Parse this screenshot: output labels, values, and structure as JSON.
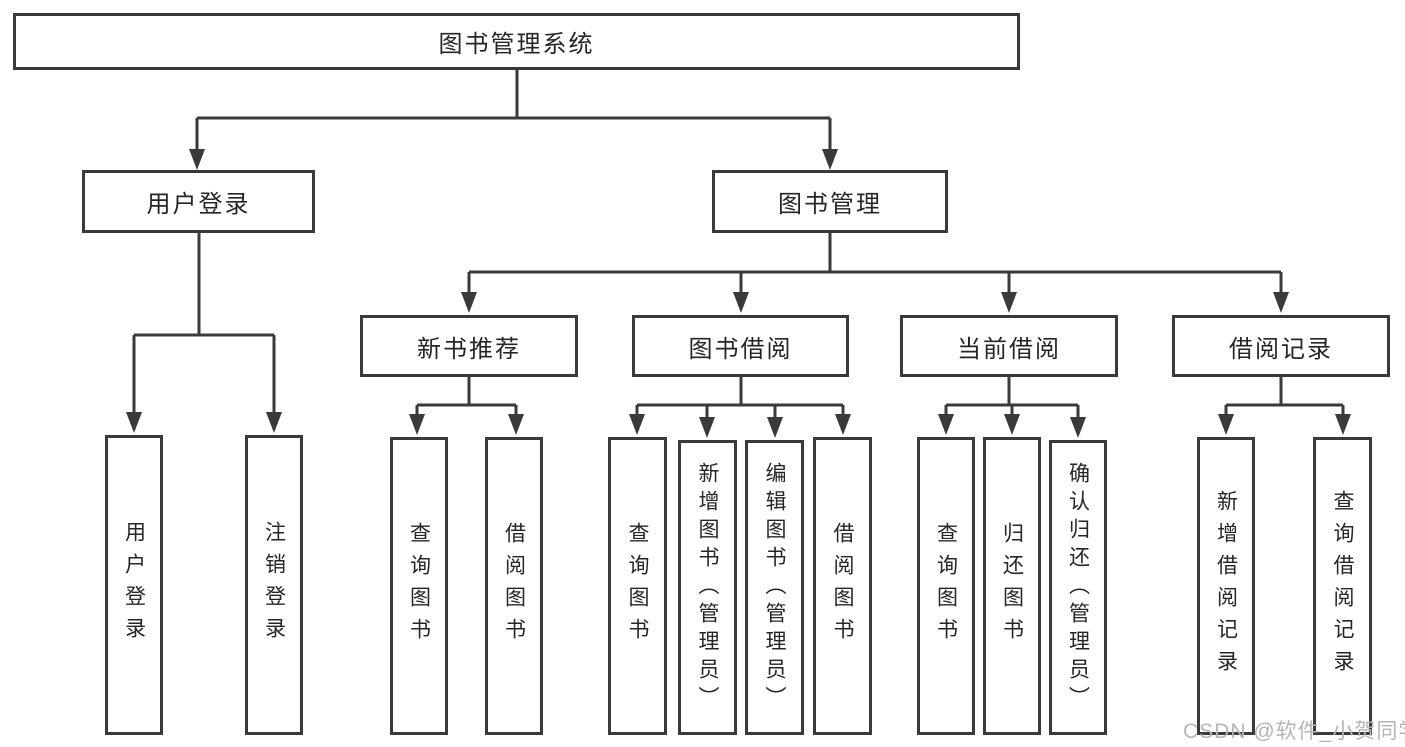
{
  "diagram": {
    "type": "tree",
    "watermark": "CSDN @软件_小贺同学",
    "colors": {
      "line": "#3a3a3a",
      "text": "#262626",
      "box_background": "#ffffff",
      "watermark": "#b5b5b5"
    },
    "nodes": {
      "root": {
        "label": "图书管理系统"
      },
      "user_login": {
        "label": "用户登录",
        "children": [
          {
            "label": "用户登录"
          },
          {
            "label": "注销登录"
          }
        ]
      },
      "book_mgmt": {
        "label": "图书管理",
        "children": [
          {
            "label": "新书推荐",
            "children": [
              {
                "label": "查询图书"
              },
              {
                "label": "借阅图书"
              }
            ]
          },
          {
            "label": "图书借阅",
            "children": [
              {
                "label": "查询图书"
              },
              {
                "label": "新增图书（管理员）"
              },
              {
                "label": "编辑图书（管理员）"
              },
              {
                "label": "借阅图书"
              }
            ]
          },
          {
            "label": "当前借阅",
            "children": [
              {
                "label": "查询图书"
              },
              {
                "label": "归还图书"
              },
              {
                "label": "确认归还（管理员）"
              }
            ]
          },
          {
            "label": "借阅记录",
            "children": [
              {
                "label": "新增借阅记录"
              },
              {
                "label": "查询借阅记录"
              }
            ]
          }
        ]
      }
    }
  }
}
